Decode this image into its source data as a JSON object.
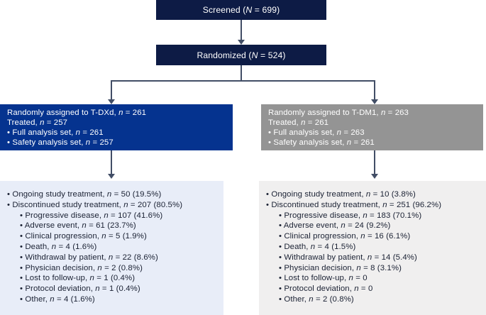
{
  "diagram": {
    "screened_label": "Screened (N = 699)",
    "randomized_label": "Randomized (N = 524)",
    "left_arm": {
      "lines": [
        "Randomly assigned to T-DXd, n = 261",
        "Treated, n = 257",
        "• Full analysis set, n = 261",
        "• Safety analysis set, n = 257"
      ]
    },
    "right_arm": {
      "lines": [
        "Randomly assigned to T-DM1, n = 263",
        "Treated, n = 261",
        "• Full analysis set, n = 263",
        "• Safety analysis set, n = 261"
      ]
    },
    "left_outcomes": {
      "items": [
        {
          "level": 1,
          "text": "• Ongoing study treatment, n = 50 (19.5%)"
        },
        {
          "level": 1,
          "text": "• Discontinued study treatment, n = 207 (80.5%)"
        },
        {
          "level": 2,
          "text": "• Progressive disease, n = 107 (41.6%)"
        },
        {
          "level": 2,
          "text": "• Adverse event, n = 61 (23.7%)"
        },
        {
          "level": 2,
          "text": "• Clinical progression, n = 5 (1.9%)"
        },
        {
          "level": 2,
          "text": "• Death, n = 4 (1.6%)"
        },
        {
          "level": 2,
          "text": "• Withdrawal by patient, n = 22 (8.6%)"
        },
        {
          "level": 2,
          "text": "• Physician decision, n = 2 (0.8%)"
        },
        {
          "level": 2,
          "text": "• Lost to follow-up, n = 1 (0.4%)"
        },
        {
          "level": 2,
          "text": "• Protocol deviation, n = 1 (0.4%)"
        },
        {
          "level": 2,
          "text": "• Other, n = 4 (1.6%)"
        }
      ]
    },
    "right_outcomes": {
      "items": [
        {
          "level": 1,
          "text": "• Ongoing study treatment, n = 10 (3.8%)"
        },
        {
          "level": 1,
          "text": "• Discontinued study treatment, n = 251 (96.2%)"
        },
        {
          "level": 2,
          "text": "• Progressive disease, n = 183 (70.1%)"
        },
        {
          "level": 2,
          "text": "• Adverse event, n = 24 (9.2%)"
        },
        {
          "level": 2,
          "text": "• Clinical progression, n = 16 (6.1%)"
        },
        {
          "level": 2,
          "text": "• Death, n = 4 (1.5%)"
        },
        {
          "level": 2,
          "text": "• Withdrawal by patient, n = 14 (5.4%)"
        },
        {
          "level": 2,
          "text": "• Physician decision, n = 8 (3.1%)"
        },
        {
          "level": 2,
          "text": "• Lost to follow-up, n = 0"
        },
        {
          "level": 2,
          "text": "• Protocol deviation, n = 0"
        },
        {
          "level": 2,
          "text": "• Other, n = 2 (0.8%)"
        }
      ]
    },
    "colors": {
      "navy": "#0d1b45",
      "blue": "#05338f",
      "gray": "#949494",
      "panel_blue": "#e8edf8",
      "panel_gray": "#f0efef",
      "connector": "#424e66",
      "ink": "#1a2133"
    }
  }
}
